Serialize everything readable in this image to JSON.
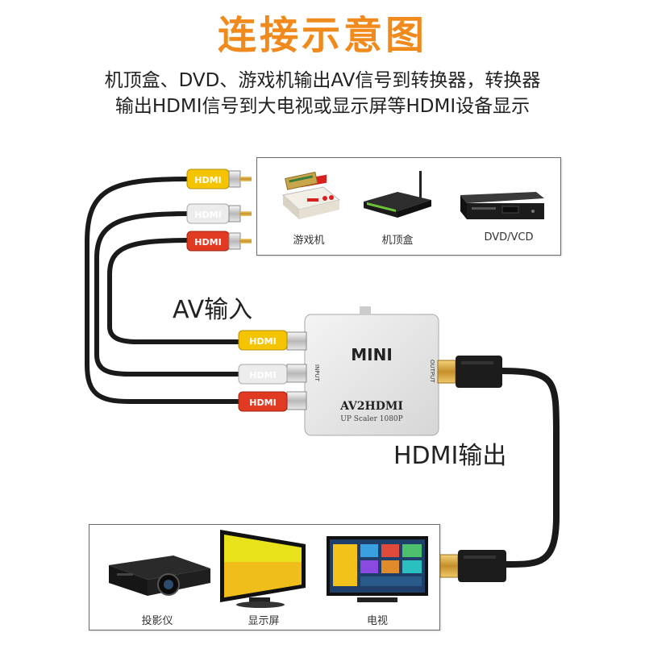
{
  "title": "连接示意图",
  "description": {
    "line1": "机顶盒、DVD、游戏机输出AV信号到转换器，转换器",
    "line2": "输出HDMI信号到大电视或显示屏等HDMI设备显示"
  },
  "sources": {
    "items": [
      {
        "label": "游戏机",
        "icon": "game-console-icon"
      },
      {
        "label": "机顶盒",
        "icon": "set-top-box-icon"
      },
      {
        "label": "DVD/VCD",
        "icon": "dvd-player-icon"
      }
    ]
  },
  "displays": {
    "items": [
      {
        "label": "投影仪",
        "icon": "projector-icon"
      },
      {
        "label": "显示屏",
        "icon": "monitor-icon"
      },
      {
        "label": "电视",
        "icon": "tv-icon"
      }
    ]
  },
  "converter": {
    "brand": "MINI",
    "model": "AV2HDMI",
    "subtitle": "UP Scaler 1080P",
    "input_label": "INPUT",
    "output_label": "OUTPUT"
  },
  "av_input_label": "AV输入",
  "hdmi_output_label": "HDMI输出",
  "plug_text": "HDMI",
  "colors": {
    "title": "#f08a1c",
    "rca_yellow": "#f5c400",
    "rca_white": "#e8e8e8",
    "rca_red": "#e03a22",
    "cable": "#1a1a1a",
    "gold": "#d9a441"
  }
}
